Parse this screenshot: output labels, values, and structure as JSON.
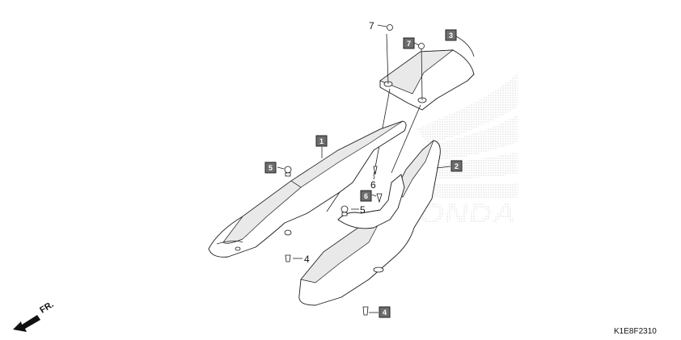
{
  "labels": {
    "p1": "1",
    "p2": "2",
    "p3": "3",
    "p4a": "4",
    "p4b": "4",
    "p5a": "5",
    "p5b": "5",
    "p6a": "6",
    "p6b": "6",
    "p7a": "7",
    "p7b": "7"
  },
  "direction_text": "FR.",
  "watermark_text": "HONDA",
  "diagram_code": "K1E8F2310"
}
